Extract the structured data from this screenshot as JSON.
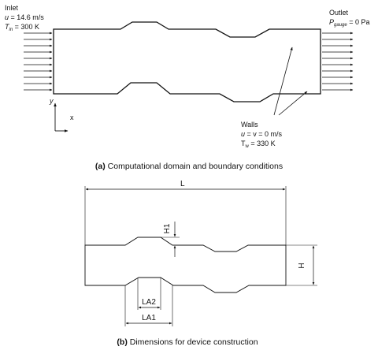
{
  "panel_a": {
    "inlet": {
      "title": "Inlet",
      "velocity_var": "u",
      "velocity_text": " = 14.6 m/s",
      "temp_var": "T",
      "temp_sub": "in",
      "temp_text": " = 300 K"
    },
    "outlet": {
      "title": "Outlet",
      "pressure_var": "P",
      "pressure_sub": "gauge",
      "pressure_text": " = 0 Pa"
    },
    "walls": {
      "title": "Walls",
      "velocity_var": "u",
      "velocity_text": " = v = 0 m/s",
      "temp_var": "T",
      "temp_sub": "w",
      "temp_text": " = 330 K"
    },
    "axis_y": "y",
    "axis_x": "x",
    "caption_prefix": "(a)",
    "caption_text": " Computational domain and boundary conditions"
  },
  "panel_b": {
    "label_length": "L",
    "label_height": "H",
    "label_bump": "H1",
    "label_la2": "LA2",
    "label_la1": "LA1",
    "caption_prefix": "(b)",
    "caption_text": " Dimensions for device construction"
  },
  "colors": {
    "line": "#111111",
    "background": "#ffffff"
  }
}
